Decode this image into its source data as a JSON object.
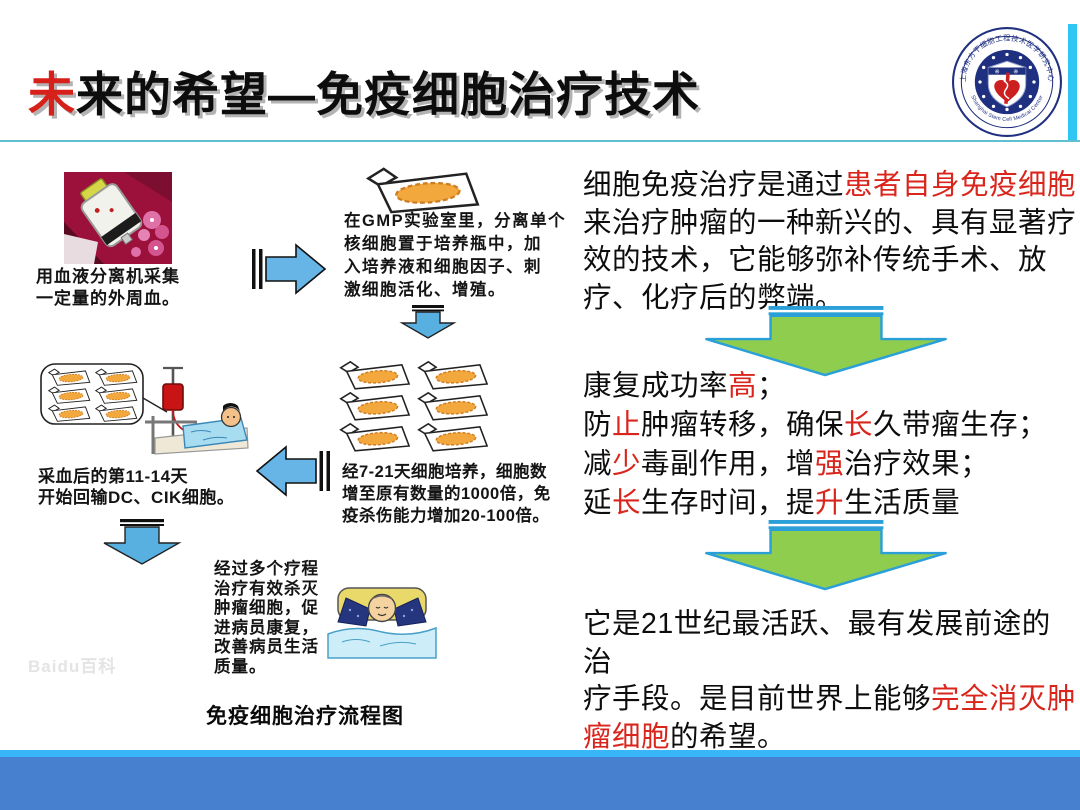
{
  "title": {
    "accent": "未",
    "rest": "来的希望—免疫细胞治疗技术"
  },
  "logo": {
    "line_top": "上海东方干细胞工程技术医学研究中心",
    "line_bottom": "Shanghai Stem Cell Medical Center"
  },
  "flowchart": {
    "caption": "免疫细胞治疗流程图",
    "watermark": "Baidu百科",
    "steps": [
      {
        "id": "collect",
        "text": "用血液分离机采集\n一定量的外周血。"
      },
      {
        "id": "culture",
        "text": "在GMP实验室里，分离单个\n核细胞置于培养瓶中，加\n入培养液和细胞因子、刺\n激细胞活化、增殖。"
      },
      {
        "id": "expand",
        "text": "经7-21天细胞培养，细胞数\n增至原有数量的1000倍，免\n疫杀伤能力增加20-100倍。"
      },
      {
        "id": "reinfuse",
        "text": "采血后的第11-14天\n开始回输DC、CIK细胞。"
      },
      {
        "id": "recover",
        "text": "经过多个疗程\n治疗有效杀灭\n肿瘤细胞，促\n进病员康复，\n改善病员生活\n质量。"
      }
    ]
  },
  "right": {
    "para1": {
      "segments": [
        {
          "text": "细胞免疫治疗是通过"
        },
        {
          "text": "患者自身免疫细胞",
          "red": true
        },
        {
          "text": "\n来治疗肿瘤的一种新兴的、具有显著疗\n效的技术，它能够弥补传统手术、放\n疗、化疗后的弊端。"
        }
      ]
    },
    "para2": {
      "lines": [
        [
          {
            "text": "康复成功率"
          },
          {
            "text": "高",
            "red": true
          },
          {
            "text": "；"
          }
        ],
        [
          {
            "text": "防"
          },
          {
            "text": "止",
            "red": true
          },
          {
            "text": "肿瘤转移，确保"
          },
          {
            "text": "长",
            "red": true
          },
          {
            "text": "久带瘤生存；"
          }
        ],
        [
          {
            "text": "减"
          },
          {
            "text": "少",
            "red": true
          },
          {
            "text": "毒副作用，增"
          },
          {
            "text": "强",
            "red": true
          },
          {
            "text": "治疗效果；"
          }
        ],
        [
          {
            "text": "延"
          },
          {
            "text": "长",
            "red": true
          },
          {
            "text": "生存时间，提"
          },
          {
            "text": "升",
            "red": true
          },
          {
            "text": "生活质量"
          }
        ]
      ]
    },
    "para3": {
      "segments": [
        {
          "text": "它是21世纪最活跃、最有发展前途的治\n疗手段。是目前世界上能够"
        },
        {
          "text": "完全消灭肿\n瘤细胞",
          "red": true
        },
        {
          "text": "的希望。"
        }
      ]
    }
  },
  "icons": {
    "flow": [
      "arrow-right-icon",
      "arrow-down-icon",
      "arrow-left-icon",
      "arrow-down-icon"
    ],
    "emphasis": [
      "big-green-down-arrow-icon",
      "big-green-down-arrow-icon"
    ],
    "images": [
      "blood-bag-image",
      "culture-flask-icon",
      "infusion-patient-image",
      "sleeping-patient-image",
      "org-logo"
    ]
  },
  "colors": {
    "accent_red": "#d8201a",
    "highlight_red": "#d9251c",
    "arrow_green": "#8fcd4e",
    "arrow_green_border": "#2a9fd8",
    "arrow_blue": "#66b5e6",
    "footer_cyan": "#38b6f7",
    "footer_blue": "#4680ce"
  }
}
